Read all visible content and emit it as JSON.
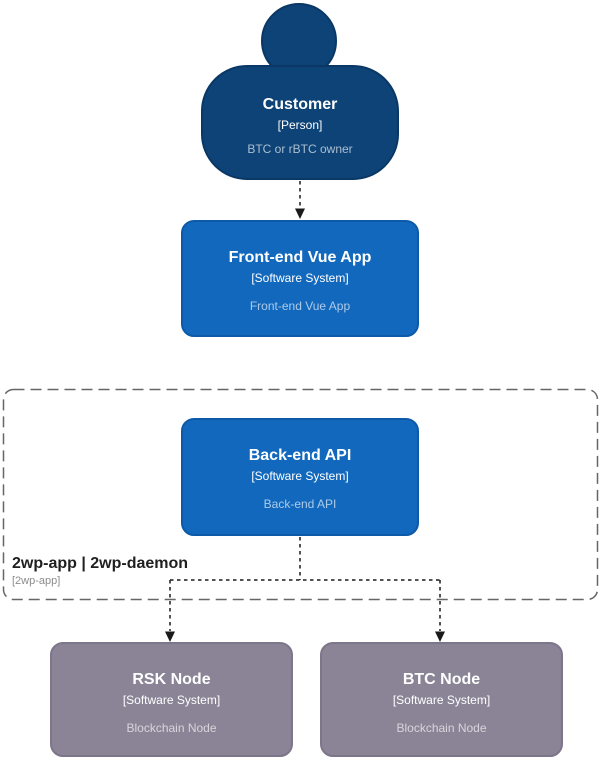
{
  "colors": {
    "person_fill": "#0D4377",
    "person_border": "#0A3765",
    "system_fill": "#1168BD",
    "system_border": "#0D5AA8",
    "external_fill": "#8B8496",
    "external_border": "#7D7589",
    "container_border": "#666666",
    "relationship": "#1A1A1A",
    "description_text": "rgba(255,255,255,0.65)"
  },
  "nodes": {
    "customer": {
      "name": "Customer",
      "meta": "[Person]",
      "description": "BTC or rBTC owner"
    },
    "frontend": {
      "name": "Front-end Vue App",
      "meta": "[Software System]",
      "description": "Front-end Vue App"
    },
    "backend": {
      "name": "Back-end API",
      "meta": "[Software System]",
      "description": "Back-end API"
    },
    "rsk": {
      "name": "RSK Node",
      "meta": "[Software System]",
      "description": "Blockchain Node"
    },
    "btc": {
      "name": "BTC Node",
      "meta": "[Software System]",
      "description": "Blockchain Node"
    }
  },
  "container": {
    "label": "2wp-app | 2wp-daemon",
    "meta": "[2wp-app]"
  }
}
